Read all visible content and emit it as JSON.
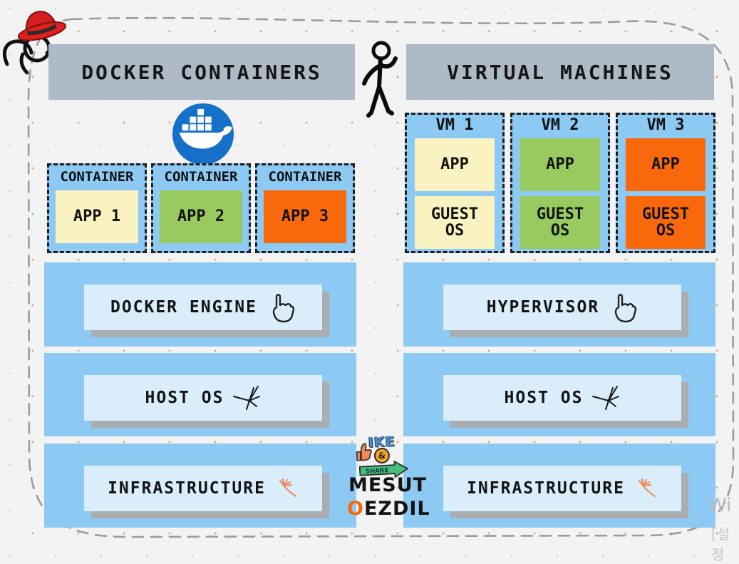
{
  "colors": {
    "header_bg": "#aebac6",
    "panel_blue": "#8ccaf4",
    "inner_bar_bg": "#d9edfb",
    "inner_bar_shadow": "#a9aeb3",
    "app_yellow": "#faf2c1",
    "app_green": "#98ca5f",
    "app_orange": "#f9690b",
    "docker_blue": "#1470c8",
    "dashed_frame": "#9b9b9b",
    "accent_orange": "#f08a5c"
  },
  "left": {
    "header": "DOCKER CONTAINERS",
    "containers": [
      {
        "title": "CONTAINER",
        "app": "APP 1",
        "fill": "#faf2c1"
      },
      {
        "title": "CONTAINER",
        "app": "APP 2",
        "fill": "#98ca5f"
      },
      {
        "title": "CONTAINER",
        "app": "APP 3",
        "fill": "#f9690b"
      }
    ],
    "layers": [
      {
        "label": "DOCKER ENGINE",
        "icon": "pointer-hand-icon"
      },
      {
        "label": "HOST OS",
        "icon": "click-burst-icon"
      },
      {
        "label": "INFRASTRUCTURE",
        "icon": "doodle-hand-icon"
      }
    ]
  },
  "right": {
    "header": "VIRTUAL MACHINES",
    "vms": [
      {
        "title": "VM 1",
        "app": "APP",
        "guest": "GUEST OS",
        "fill": "#faf2c1"
      },
      {
        "title": "VM 2",
        "app": "APP",
        "guest": "GUEST OS",
        "fill": "#98ca5f"
      },
      {
        "title": "VM 3",
        "app": "APP",
        "guest": "GUEST OS",
        "fill": "#f9690b"
      }
    ],
    "layers": [
      {
        "label": "HYPERVISOR",
        "icon": "pointer-hand-icon"
      },
      {
        "label": "HOST OS",
        "icon": "click-burst-icon"
      },
      {
        "label": "INFRASTRUCTURE",
        "icon": "doodle-hand-icon"
      }
    ]
  },
  "badge": {
    "like_letters": "IKE",
    "amp": "&",
    "share": "SHARE"
  },
  "author": {
    "line1": "MESUT",
    "line2_first": "O",
    "line2_rest": "EZDIL"
  },
  "watermark": {
    "line1": "Wi",
    "line2": "[설정"
  }
}
